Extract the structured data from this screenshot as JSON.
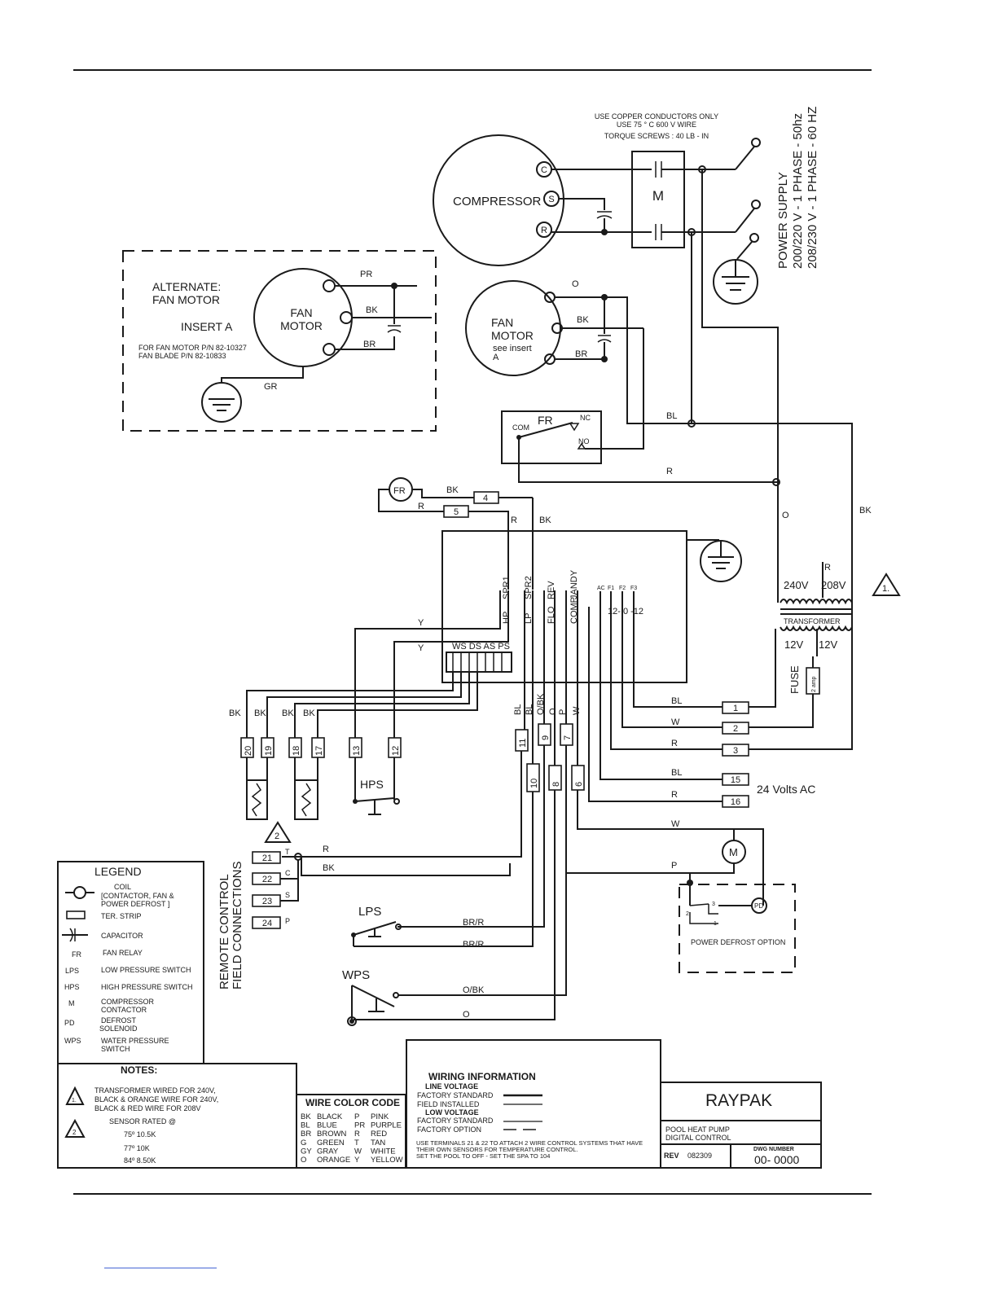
{
  "notice": {
    "l1": "USE COPPER CONDUCTORS ONLY",
    "l2": "USE 75 ° C  600 V WIRE",
    "l3": "TORQUE SCREWS : 40 LB - IN"
  },
  "compressor": {
    "label": "COMPRESSOR",
    "c": "C",
    "s": "S",
    "r": "R"
  },
  "contactor": {
    "label": "M"
  },
  "power": {
    "title": "POWER SUPPLY",
    "l1": "200/220 V - 1 PHASE - 50hz",
    "l2": "208/230 V - 1 PHASE - 60 HZ"
  },
  "insert": {
    "l1": "ALTERNATE:",
    "l2": "FAN MOTOR",
    "l3": "INSERT A",
    "motor1": "FAN",
    "motor2": "MOTOR",
    "pn1": "FOR FAN MOTOR P/N 82-10327",
    "pn2": "FAN BLADE P/N 82-10833",
    "pr": "PR",
    "bk": "BK",
    "br": "BR",
    "gr": "GR"
  },
  "fan_motor": {
    "l1": "FAN",
    "l2": "MOTOR",
    "l3": "see insert",
    "l4": "A",
    "o": "O",
    "bk": "BK",
    "br": "BR"
  },
  "relay": {
    "fr": "FR",
    "com": "COM",
    "nc": "NC",
    "no": "NO"
  },
  "wires": {
    "bl": "BL",
    "r": "R",
    "o": "O",
    "bk": "BK",
    "y": "Y",
    "w": "W",
    "p": "P",
    "brr": "BR/R",
    "obk": "O/BK",
    "c": "C",
    "s": "S",
    "t": "T"
  },
  "board": {
    "spr1": "SPR1",
    "spr2": "SPR2",
    "rev": "REV",
    "jandy": "JANDY",
    "hp": "HP",
    "lp": "LP",
    "flo": "FLO",
    "comp": "COMP",
    "ac": "AC",
    "f1": "F1",
    "f2": "F2",
    "f3": "F3",
    "f_vals": "12- 0 -12",
    "sensors": "WS DS AS PS"
  },
  "transformer": {
    "v240": "240V",
    "v208": "208V",
    "label": "TRANSFORMER",
    "s1": "12V",
    "s2": "12V",
    "fuse": "FUSE",
    "fuse_rating": "2 amp",
    "note_num": "1."
  },
  "terminals": {
    "t1": "1",
    "t2": "2",
    "t3": "3",
    "t4": "4",
    "t5": "5",
    "t6": "6",
    "t7": "7",
    "t8": "8",
    "t9": "9",
    "t10": "10",
    "t11": "11",
    "t12": "12",
    "t13": "13",
    "t15": "15",
    "t16": "16",
    "t17": "17",
    "t18": "18",
    "t19": "19",
    "t20": "20",
    "t21": "21",
    "t22": "22",
    "t23": "23",
    "t24": "24"
  },
  "labels": {
    "v24": "24 Volts AC",
    "hps": "HPS",
    "lps": "LPS",
    "wps": "WPS",
    "m": "M",
    "pd": "PD",
    "pdo": "POWER DEFROST OPTION",
    "fr": "FR",
    "remote1": "REMOTE CONTROL",
    "remote2": "FIELD CONNECTIONS",
    "note2": "2"
  },
  "legend": {
    "title": "LEGEND",
    "coil": "COIL",
    "coil2": "[CONTACTOR, FAN  &",
    "coil3": "POWER DEFROST ]",
    "ter": "TER. STRIP",
    "cap": "CAPACITOR",
    "rows": [
      {
        "k": "FR",
        "v": "FAN RELAY"
      },
      {
        "k": "LPS",
        "v": "LOW PRESSURE SWITCH"
      },
      {
        "k": "HPS",
        "v": "HIGH PRESSURE SWITCH"
      },
      {
        "k": "M",
        "v": "COMPRESSOR",
        "v2": "CONTACTOR"
      },
      {
        "k": "PD",
        "v": "DEFROST",
        "v2": "SOLENOID"
      },
      {
        "k": "WPS",
        "v": "WATER PRESSURE",
        "v2": "SWITCH"
      }
    ]
  },
  "notes": {
    "title": "NOTES:",
    "n1a": "TRANSFORMER WIRED FOR 240V,",
    "n1b": "BLACK & ORANGE WIRE FOR 240V,",
    "n1c": "BLACK & RED WIRE FOR 208V",
    "n2": "SENSOR RATED @",
    "s1": "75º 10.5K",
    "s2": "77º 10K",
    "s3": "84º 8.50K",
    "num1": "1.",
    "num2": "2"
  },
  "color_code": {
    "title": "WIRE COLOR CODE",
    "rows": [
      [
        "BK",
        "BLACK",
        "P",
        "PINK"
      ],
      [
        "BL",
        "BLUE",
        "PR",
        "PURPLE"
      ],
      [
        "BR",
        "BROWN",
        "R",
        "RED"
      ],
      [
        "G",
        "GREEN",
        "T",
        "TAN"
      ],
      [
        "GY",
        "GRAY",
        "W",
        "WHITE"
      ],
      [
        "O",
        "ORANGE",
        "Y",
        "YELLOW"
      ]
    ]
  },
  "wiring_info": {
    "title": "WIRING INFORMATION",
    "lv": "LINE VOLTAGE",
    "fs": "FACTORY STANDARD",
    "fi": "FIELD INSTALLED",
    "lov": "LOW VOLTAGE",
    "fs2": "FACTORY STANDARD",
    "fo": "FACTORY OPTION",
    "n1": "USE TERMINALS 21 & 22 TO ATTACH 2  WIRE CONTROL SYSTEMS THAT HAVE",
    "n2": "THEIR OWN SENSORS FOR TEMPERATURE CONTROL.",
    "n3": "SET THE POOL TO OFF - SET THE SPA TO 104"
  },
  "title_block": {
    "brand": "RAYPAK",
    "d1": "POOL HEAT PUMP",
    "d2": "DIGITAL CONTROL",
    "rev_label": "REV",
    "rev": "082309",
    "dwg_label": "DWG NUMBER",
    "dwg": "00- 0000"
  }
}
